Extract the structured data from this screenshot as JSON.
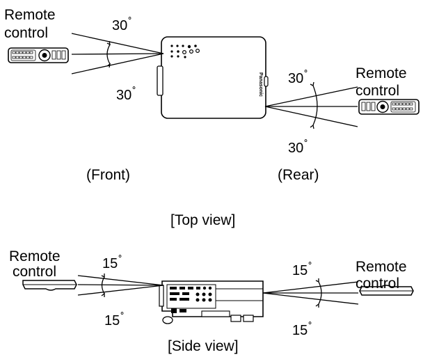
{
  "top_view": {
    "front": {
      "remote_label_line1": "Remote",
      "remote_label_line2": "control",
      "angle_upper": "30",
      "angle_lower": "30",
      "side_caption": "(Front)"
    },
    "rear": {
      "remote_label_line1": "Remote",
      "remote_label_line2": "control",
      "angle_upper": "30",
      "angle_lower": "30",
      "side_caption": "(Rear)"
    },
    "brand_text": "Panasonic",
    "caption": "[Top view]"
  },
  "side_view": {
    "left": {
      "remote_label_line1": "Remote",
      "remote_label_line2": "control",
      "angle_upper": "15",
      "angle_lower": "15"
    },
    "right": {
      "remote_label_line1": "Remote",
      "remote_label_line2": "control",
      "angle_upper": "15",
      "angle_lower": "15"
    },
    "caption": "[Side view]"
  }
}
